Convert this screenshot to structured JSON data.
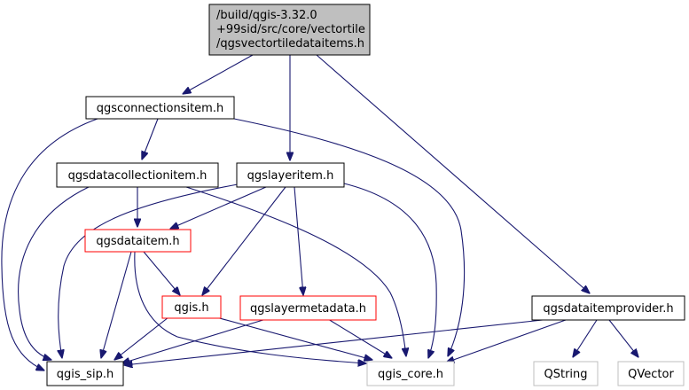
{
  "diagram": {
    "colors": {
      "edge": "#191970",
      "root_fill": "#bfbfbf",
      "default_border": "#000000",
      "documented_red_border": "#ff0000",
      "external_border": "#bfbfbf",
      "external_text": "#000000"
    },
    "nodes": {
      "root": {
        "lines": [
          "/build/qgis-3.32.0",
          "+99sid/src/core/vectortile",
          "/qgsvectortiledataitems.h"
        ],
        "style": "root"
      },
      "connectionsitem": {
        "label": "qgsconnectionsitem.h",
        "style": "default"
      },
      "datacollectionitem": {
        "label": "qgsdatacollectionitem.h",
        "style": "default"
      },
      "layeritem": {
        "label": "qgslayeritem.h",
        "style": "default"
      },
      "dataitem": {
        "label": "qgsdataitem.h",
        "style": "red"
      },
      "qgis": {
        "label": "qgis.h",
        "style": "red"
      },
      "layermetadata": {
        "label": "qgslayermetadata.h",
        "style": "red"
      },
      "dataitemprovider": {
        "label": "qgsdataitemprovider.h",
        "style": "default"
      },
      "sip": {
        "label": "qgis_sip.h",
        "style": "default"
      },
      "core": {
        "label": "qgis_core.h",
        "style": "external"
      },
      "qstring": {
        "label": "QString",
        "style": "external"
      },
      "qvector": {
        "label": "QVector",
        "style": "external"
      }
    },
    "edges": [
      [
        "root",
        "connectionsitem"
      ],
      [
        "root",
        "layeritem"
      ],
      [
        "root",
        "dataitemprovider"
      ],
      [
        "connectionsitem",
        "datacollectionitem"
      ],
      [
        "connectionsitem",
        "sip"
      ],
      [
        "connectionsitem",
        "core"
      ],
      [
        "datacollectionitem",
        "dataitem"
      ],
      [
        "datacollectionitem",
        "sip"
      ],
      [
        "datacollectionitem",
        "core"
      ],
      [
        "layeritem",
        "dataitem"
      ],
      [
        "layeritem",
        "qgis"
      ],
      [
        "layeritem",
        "layermetadata"
      ],
      [
        "layeritem",
        "sip"
      ],
      [
        "layeritem",
        "core"
      ],
      [
        "dataitem",
        "qgis"
      ],
      [
        "dataitem",
        "sip"
      ],
      [
        "dataitem",
        "core"
      ],
      [
        "qgis",
        "sip"
      ],
      [
        "qgis",
        "core"
      ],
      [
        "layermetadata",
        "sip"
      ],
      [
        "layermetadata",
        "core"
      ],
      [
        "dataitemprovider",
        "sip"
      ],
      [
        "dataitemprovider",
        "core"
      ],
      [
        "dataitemprovider",
        "qstring"
      ],
      [
        "dataitemprovider",
        "qvector"
      ]
    ]
  }
}
